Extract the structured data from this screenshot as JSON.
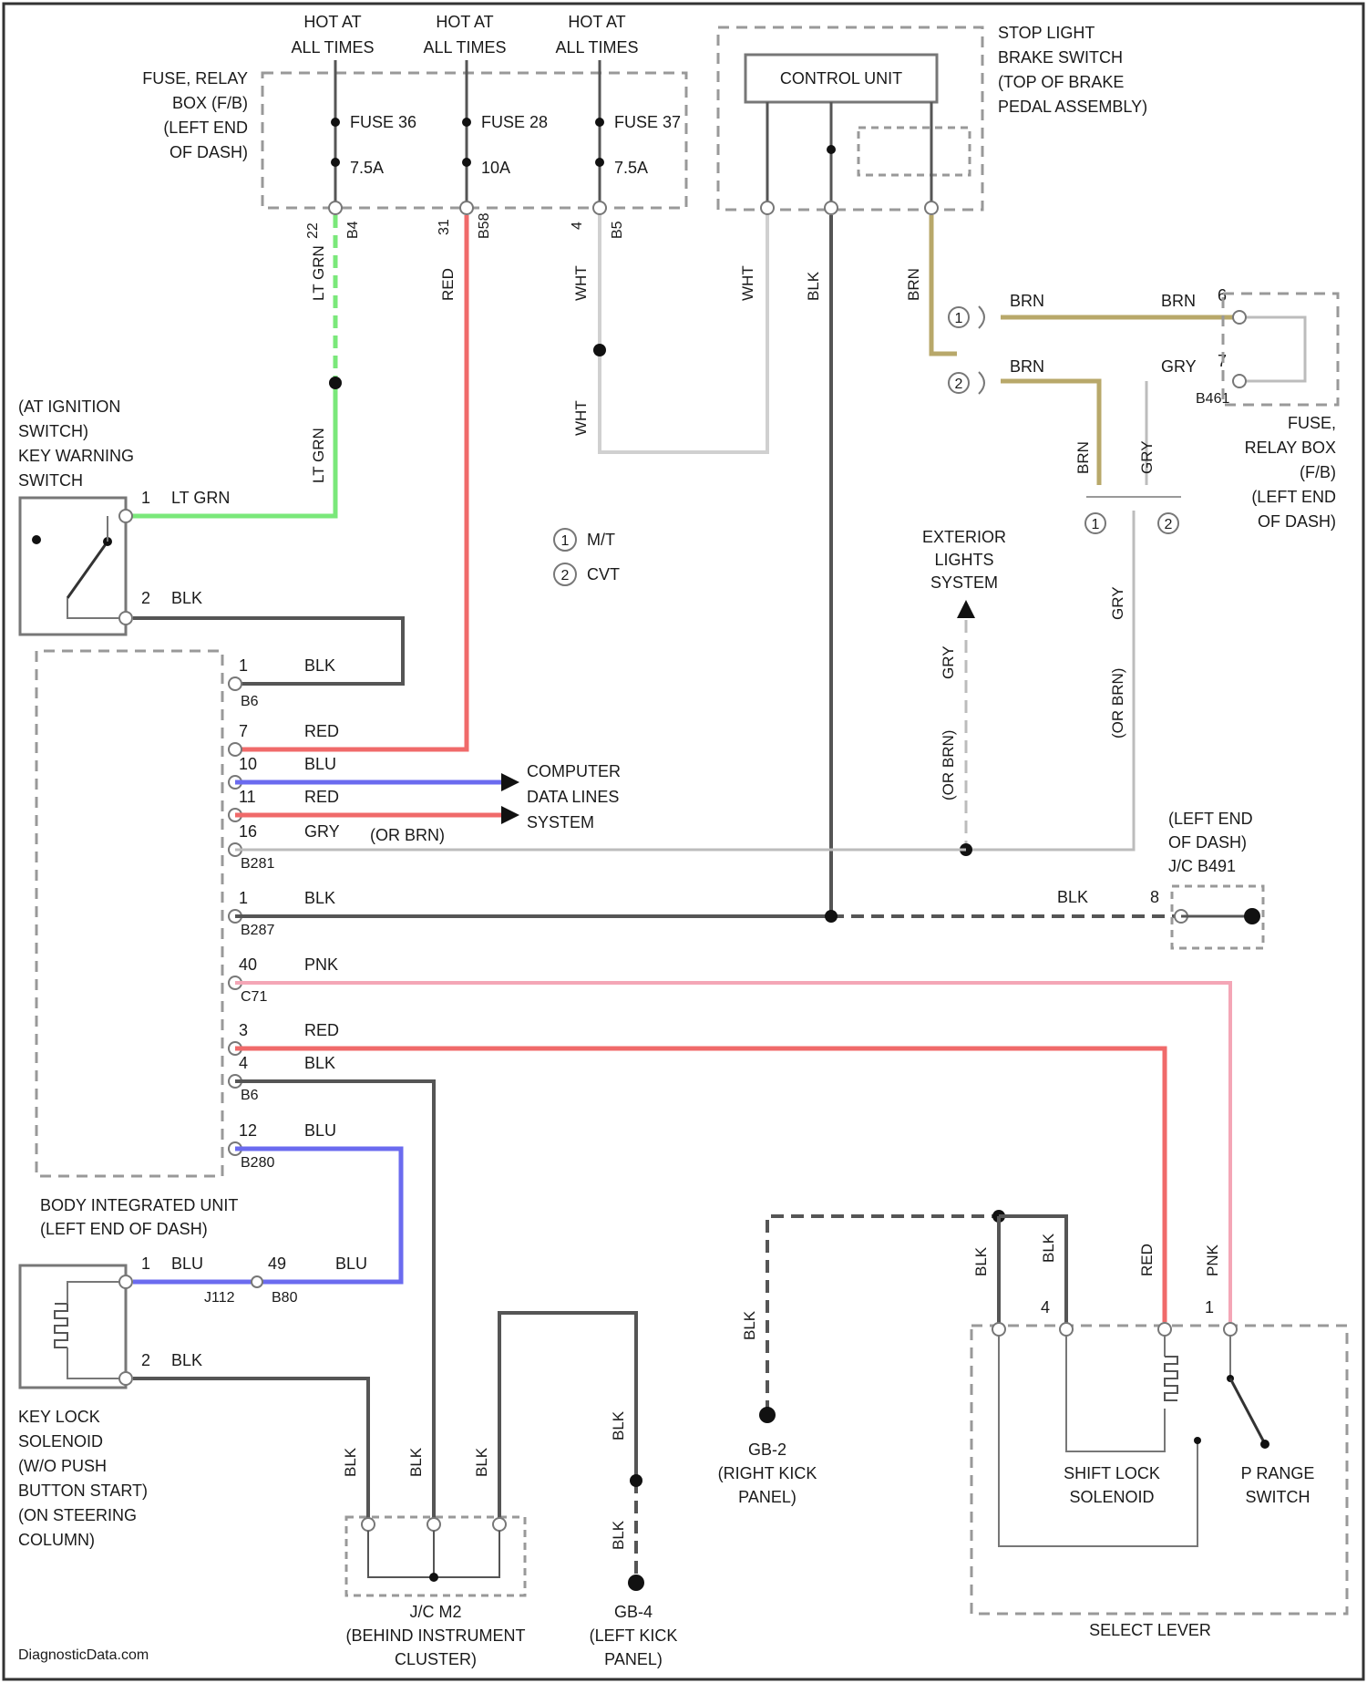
{
  "supply": {
    "hot_line1": "HOT AT",
    "hot_line2": "ALL TIMES",
    "fuse_box": [
      "FUSE, RELAY",
      "BOX (F/B)",
      "(LEFT END",
      "OF DASH)"
    ],
    "fuse1_name": "FUSE 36",
    "fuse1_rating": "7.5A",
    "fuse2_name": "FUSE 28",
    "fuse2_rating": "10A",
    "fuse3_name": "FUSE 37",
    "fuse3_rating": "7.5A"
  },
  "stop_light": {
    "control_unit": "CONTROL UNIT",
    "title": [
      "STOP LIGHT",
      "BRAKE SWITCH",
      "(TOP OF BRAKE",
      "PEDAL ASSEMBLY)"
    ]
  },
  "wires": {
    "lt_grn": "LT GRN",
    "red": "RED",
    "wht": "WHT",
    "blk": "BLK",
    "brn": "BRN",
    "gry": "GRY",
    "blu": "BLU",
    "pnk": "PNK",
    "or_brn": "(OR BRN)"
  },
  "ignition_switch": [
    "(AT IGNITION",
    "SWITCH)",
    "KEY WARNING",
    "SWITCH"
  ],
  "legend": {
    "mt": "M/T",
    "cvt": "CVT"
  },
  "exterior_lights": [
    "EXTERIOR",
    "LIGHTS",
    "SYSTEM"
  ],
  "fuse_box_right": [
    "FUSE,",
    "RELAY BOX",
    "(F/B)",
    "(LEFT END",
    "OF DASH)"
  ],
  "computer_lines": [
    "COMPUTER",
    "DATA LINES",
    "SYSTEM"
  ],
  "jc_b491": [
    "(LEFT END",
    "OF DASH)",
    "J/C B491"
  ],
  "bcm": [
    "BODY INTEGRATED UNIT",
    "(LEFT END OF DASH)"
  ],
  "key_lock": [
    "KEY LOCK",
    "SOLENOID",
    "(W/O PUSH",
    "BUTTON START)",
    "(ON STEERING",
    "COLUMN)"
  ],
  "jc_m2": [
    "J/C M2",
    "(BEHIND INSTRUMENT",
    "CLUSTER)"
  ],
  "gb4": [
    "GB-4",
    "(LEFT KICK",
    "PANEL)"
  ],
  "gb2": [
    "GB-2",
    "(RIGHT KICK",
    "PANEL)"
  ],
  "select_lever": "SELECT LEVER",
  "shift_lock": [
    "SHIFT LOCK",
    "SOLENOID"
  ],
  "p_range": [
    "P RANGE",
    "SWITCH"
  ],
  "watermark": "DiagnosticData.com",
  "connectors": {
    "c1": "B4",
    "c2": "B5",
    "c3": "B58",
    "c4": "B281",
    "c5": "B287",
    "c6": "C71",
    "c7": "B6",
    "c8": "B280",
    "c9": "J112",
    "c10": "B80",
    "c11": "B461"
  },
  "pins": {
    "p1": "1",
    "p2": "2",
    "p4": "4",
    "p6": "6",
    "p7": "7",
    "p8": "8",
    "p10": "10",
    "p11": "11",
    "p12": "12",
    "p16": "16",
    "p22": "22",
    "p31": "31",
    "p40": "40",
    "p49": "49",
    "p3": "3"
  }
}
